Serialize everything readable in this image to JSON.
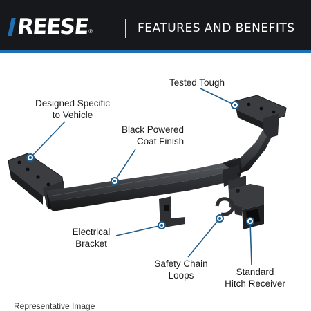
{
  "header": {
    "brand": "REESE",
    "title": "FEATURES AND BENEFITS"
  },
  "callouts": {
    "tested_tough": "Tested Tough",
    "designed_specific": [
      "Designed Specific",
      "to Vehicle"
    ],
    "black_powder_coat": [
      "Black Powered",
      "Coat Finish"
    ],
    "electrical_bracket": [
      "Electrical",
      "Bracket"
    ],
    "safety_chain_loops": [
      "Safety Chain",
      "Loops"
    ],
    "standard_receiver": [
      "Standard",
      "Hitch Receiver"
    ]
  },
  "footer": {
    "note": "Representative Image"
  },
  "colors": {
    "header_bg": "#16181b",
    "accent_blue": "#1f6fb5",
    "callout_line": "#1f5d8c",
    "hitch_dark": "#2b2d30"
  }
}
